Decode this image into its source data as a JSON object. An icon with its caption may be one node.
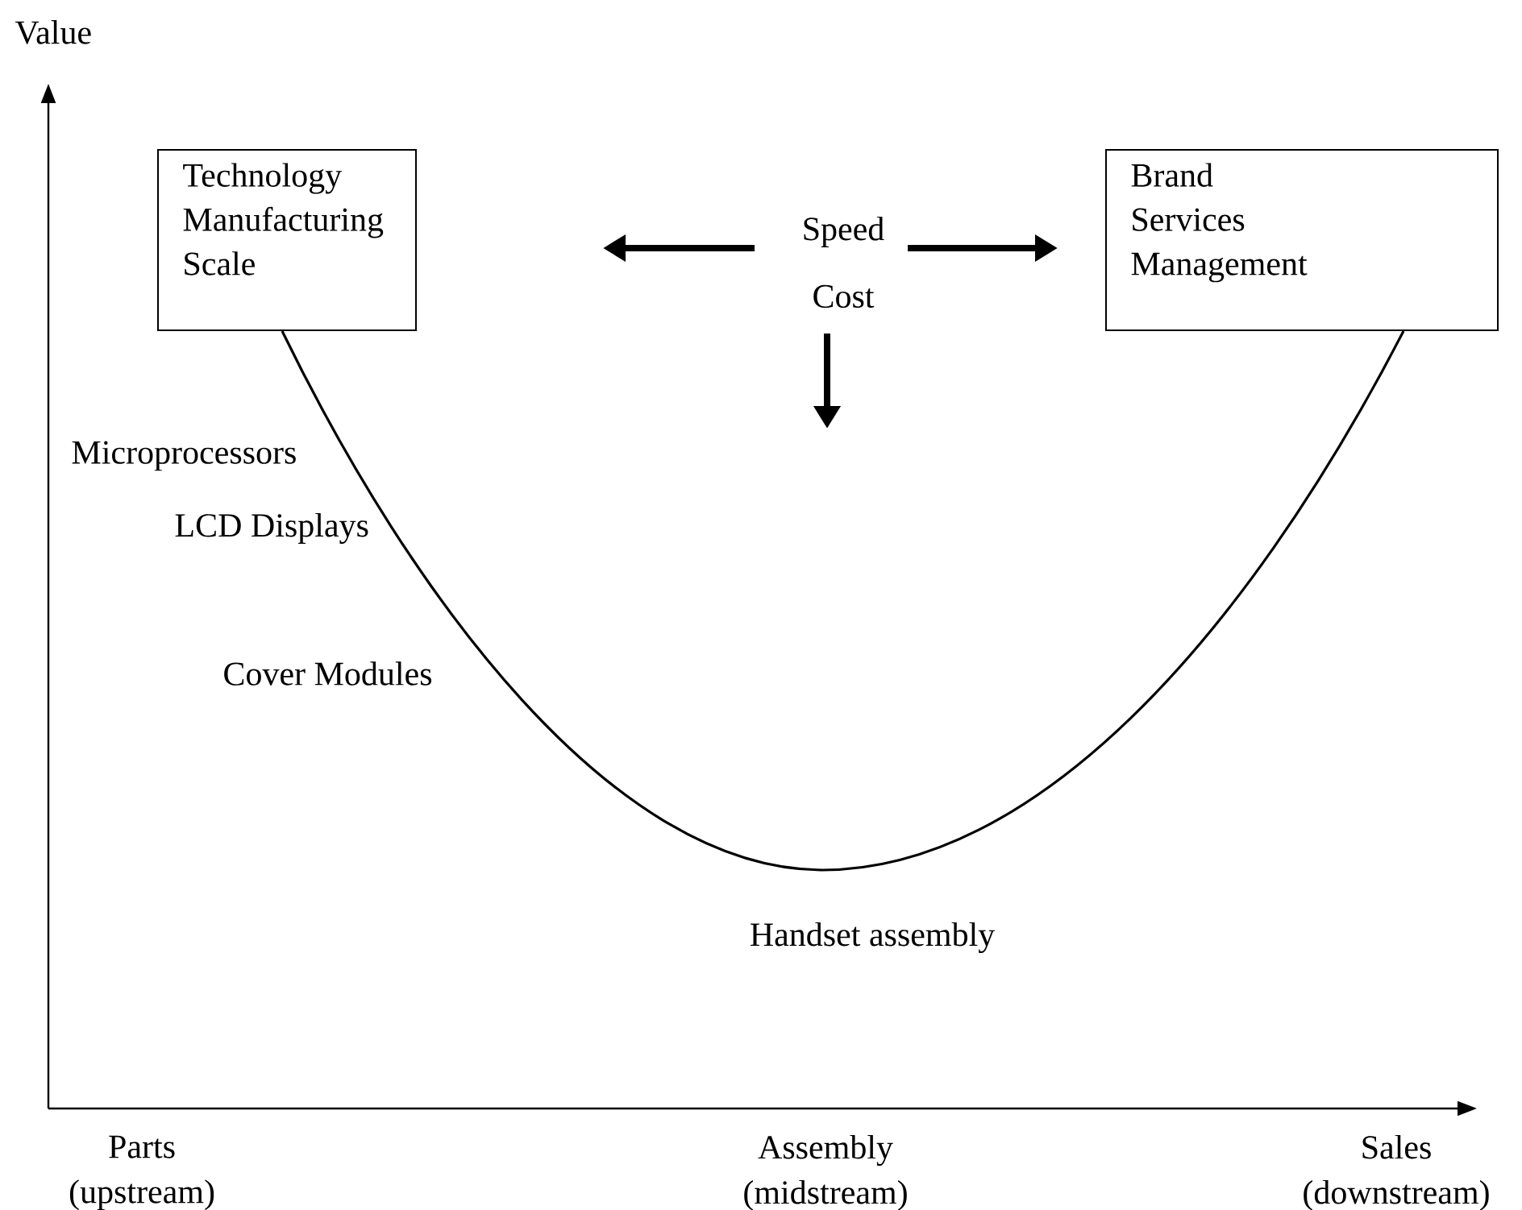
{
  "diagram": {
    "nodes": [
      {
        "text": [
          "Technology Manufacturing Scale"
        ]
      },
      {
        "text": [
          "Brand Services Management"
        ]
      }
    ],
    "edges": [
      {
        "from": 0,
        "to": 1,
        "arrow": "none"
      }
    ],
    "labels": [
      "Value",
      "Speed",
      "Cost",
      "Microprocessors",
      "LCD Displays",
      "Cover Modules",
      "Handset assembly",
      "Parts (upstream)",
      "Assembly (midstream)",
      "Sales (downstream)"
    ]
  }
}
